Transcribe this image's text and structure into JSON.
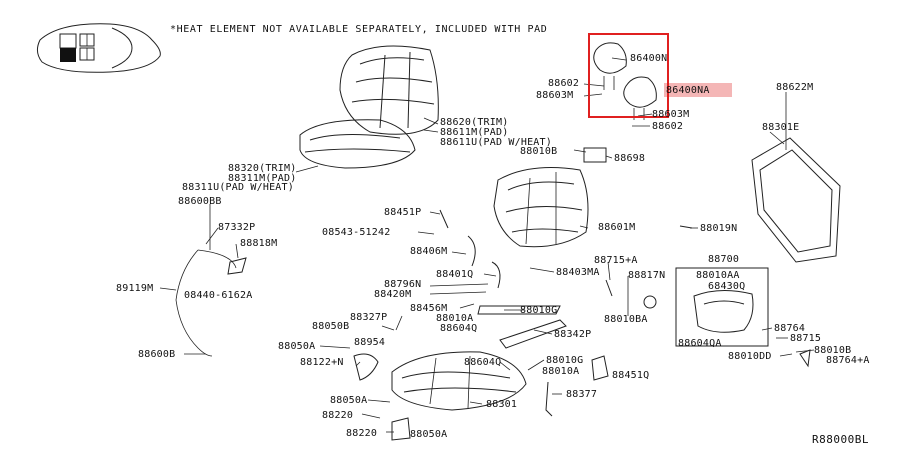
{
  "diagram": {
    "note": "*HEAT ELEMENT NOT AVAILABLE SEPARATELY, INCLUDED WITH PAD",
    "reference_code": "R88000BL",
    "highlight_color": "#e02020",
    "highlight_fill": "#f4b6b6",
    "labels": {
      "p86400N": "86400N",
      "p86400NA": "86400NA",
      "p88602_a": "88602",
      "p88603M_a": "88603M",
      "p88603M_b": "88603M",
      "p88602_b": "88602",
      "p88620": "88620(TRIM)",
      "p88611M": "88611M(PAD)",
      "p88611U": "88611U(PAD W/HEAT)",
      "p88010B_top": "88010B",
      "p88698": "88698",
      "p88622M": "88622M",
      "p88301E": "88301E",
      "p88320": "88320(TRIM)",
      "p88311M": "88311M(PAD)",
      "p88311U": "88311U(PAD W/HEAT)",
      "p88600BB": "88600BB",
      "p88601M": "88601M",
      "p88451P": "88451P",
      "p08543": "08543-51242",
      "p88019N": "88019N",
      "p87332P": "87332P",
      "p88818M": "88818M",
      "p88406M": "88406M",
      "p88715A": "88715+A",
      "p88700": "88700",
      "p88401Q": "88401Q",
      "p88403MA": "88403MA",
      "p88817N": "88817N",
      "p88010AA": "88010AA",
      "p68430Q": "68430Q",
      "p89119M": "89119M",
      "p88796N": "88796N",
      "p88420M": "88420M",
      "p08440": "08440-6162A",
      "p88456M": "88456M",
      "p88010G_a": "88010G",
      "p88327P": "88327P",
      "p88010A_a": "88010A",
      "p88010BA": "88010BA",
      "p88050B": "88050B",
      "p88604Q_a": "88604Q",
      "p88342P": "88342P",
      "p88764": "88764",
      "p88604QA": "88604QA",
      "p88715": "88715",
      "p88050A_a": "88050A",
      "p88954": "88954",
      "p88010B_r": "88010B",
      "p88010DD": "88010DD",
      "p88764A": "88764+A",
      "p88600B": "88600B",
      "p88122N": "88122+N",
      "p88604Q_b": "88604Q",
      "p88010G_b": "88010G",
      "p88010A_b": "88010A",
      "p88451Q": "88451Q",
      "p88050A_b": "88050A",
      "p88377": "88377",
      "p88301": "88301",
      "p88220_a": "88220",
      "p88220_b": "88220",
      "p88050A_c": "88050A"
    }
  }
}
